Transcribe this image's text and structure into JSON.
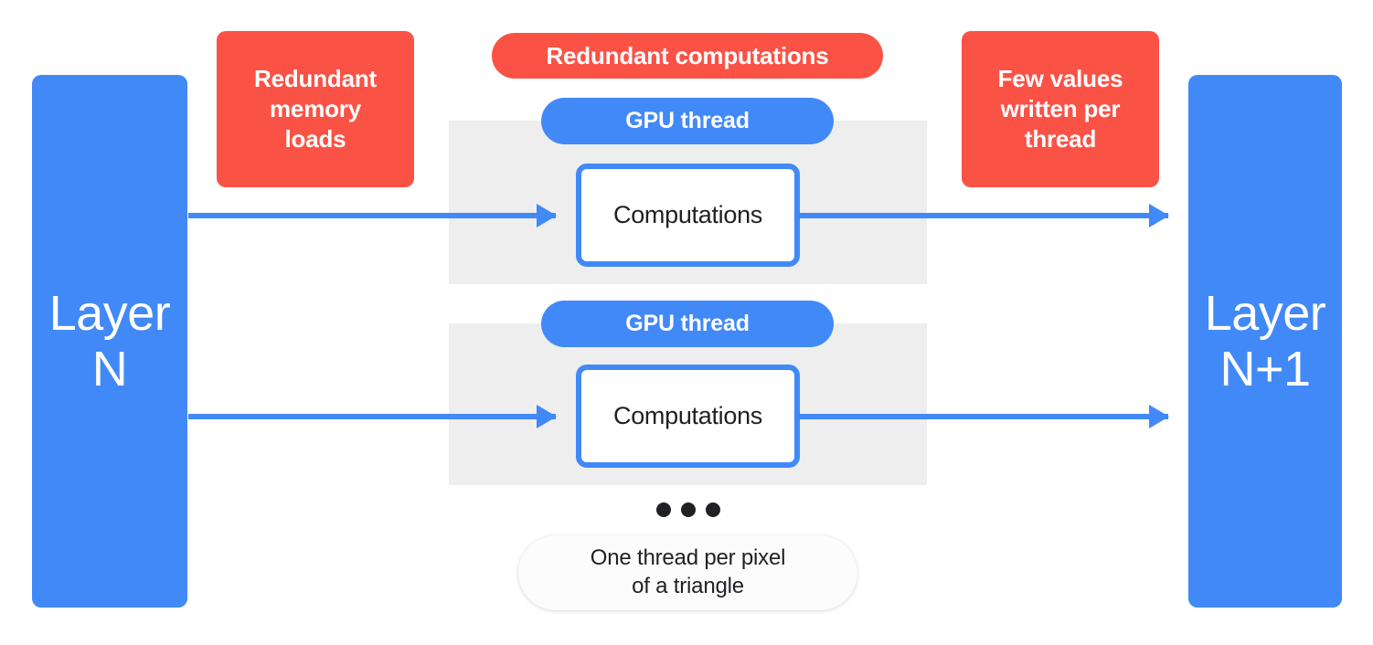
{
  "diagram": {
    "layers": {
      "left": {
        "label": "Layer\nN",
        "name": "layer-n"
      },
      "right": {
        "label": "Layer\nN+1",
        "name": "layer-n-plus-1"
      }
    },
    "threads": [
      {
        "pill_label": "GPU thread",
        "box_label": "Computations"
      },
      {
        "pill_label": "GPU thread",
        "box_label": "Computations"
      }
    ],
    "annotations": {
      "memory_loads": "Redundant\nmemory\nloads",
      "redundant_computations": "Redundant computations",
      "few_values": "Few values\nwritten per\nthread"
    },
    "caption": "One thread per pixel\nof a triangle",
    "ellipsis": "•••",
    "colors": {
      "blue": "#4189F7",
      "red": "#FB5246",
      "band_gray": "#EEEEEE",
      "text_dark": "#1F2023",
      "white": "#FFFFFF"
    }
  }
}
